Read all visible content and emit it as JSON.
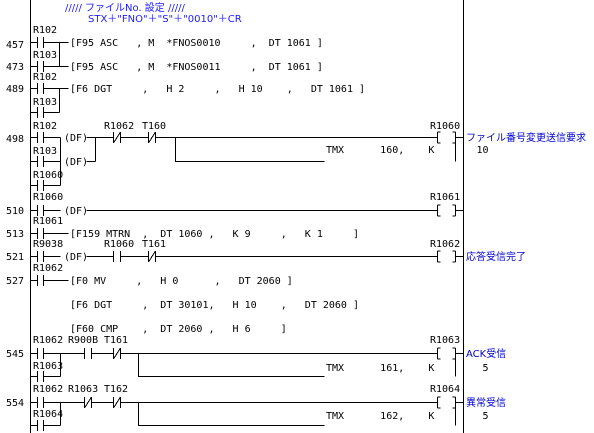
{
  "colors": {
    "background": "#ffffff",
    "ink": "#000000",
    "comment": "#1a1aff"
  },
  "comment": {
    "line1": "///// ファイルNo. 設定 /////",
    "line2": "STX＋\"FNO\"＋\"S\"＋\"0010\"＋CR"
  },
  "rungs": [
    {
      "addr": "457",
      "contacts": [
        "R102",
        "R103"
      ],
      "instr": "[F95 ASC   , M  *FNOS0010     ,  DT 1061 ]"
    },
    {
      "addr": "473",
      "instr": "[F95 ASC   , M  *FNOS0011     ,  DT 1061 ]"
    },
    {
      "addr": "489",
      "contacts": [
        "R102",
        "R103"
      ],
      "instr": "[F6 DGT     ,   H 2     ,   H 10    ,   DT 1061 ]"
    },
    {
      "addr": "498",
      "contacts": [
        "R102",
        "R1062",
        "T160",
        "R103",
        "R1060"
      ],
      "df": "(DF)",
      "timer": "TMX      160,    K       10",
      "coil": "R1060",
      "coilcomment": "ファイル番号変更送信要求"
    },
    {
      "addr": "510",
      "contacts": [
        "R1060"
      ],
      "df": "(DF)",
      "coil": "R1061"
    },
    {
      "addr": "513",
      "contacts": [
        "R1061"
      ],
      "instr": "[F159 MTRN  ,  DT 1060 ,   K 9     ,   K 1     ]"
    },
    {
      "addr": "521",
      "contacts": [
        "R9038",
        "R1060",
        "T161"
      ],
      "df": "(DF)",
      "coil": "R1062",
      "coilcomment": "応答受信完了"
    },
    {
      "addr": "527",
      "contacts": [
        "R1062"
      ],
      "instr": "[F0 MV     ,   H 0      ,   DT 2060 ]"
    },
    {
      "addr": "",
      "instr": "[F6 DGT     ,  DT 30101,   H 10    ,   DT 2060 ]"
    },
    {
      "addr": "",
      "instr": "[F60 CMP    ,  DT 2060 ,   H 6     ]"
    },
    {
      "addr": "545",
      "contacts": [
        "R1062",
        "R900B",
        "T161",
        "R1063"
      ],
      "timer": "TMX      161,    K        5",
      "coil": "R1063",
      "coilcomment": "ACK受信"
    },
    {
      "addr": "554",
      "contacts": [
        "R1062",
        "R1063",
        "T162",
        "R1064"
      ],
      "timer": "TMX      162,    K        5",
      "coil": "R1064",
      "coilcomment": "異常受信"
    }
  ],
  "timer_kvalues": {
    "t160": "10",
    "t161": "5",
    "t162": "5"
  }
}
